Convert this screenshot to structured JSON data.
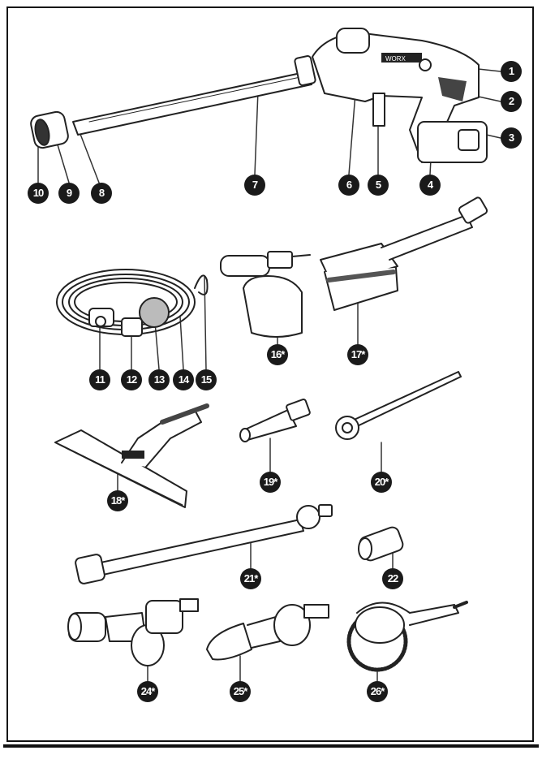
{
  "diagram": {
    "callouts": [
      "1",
      "2",
      "3",
      "4",
      "5",
      "6",
      "7",
      "8",
      "9",
      "10",
      "11",
      "12",
      "13",
      "14",
      "15",
      "16*",
      "17*",
      "18*",
      "19*",
      "20*",
      "21*",
      "22",
      "24*",
      "25*",
      "26*"
    ],
    "logo_text": "WORX"
  }
}
